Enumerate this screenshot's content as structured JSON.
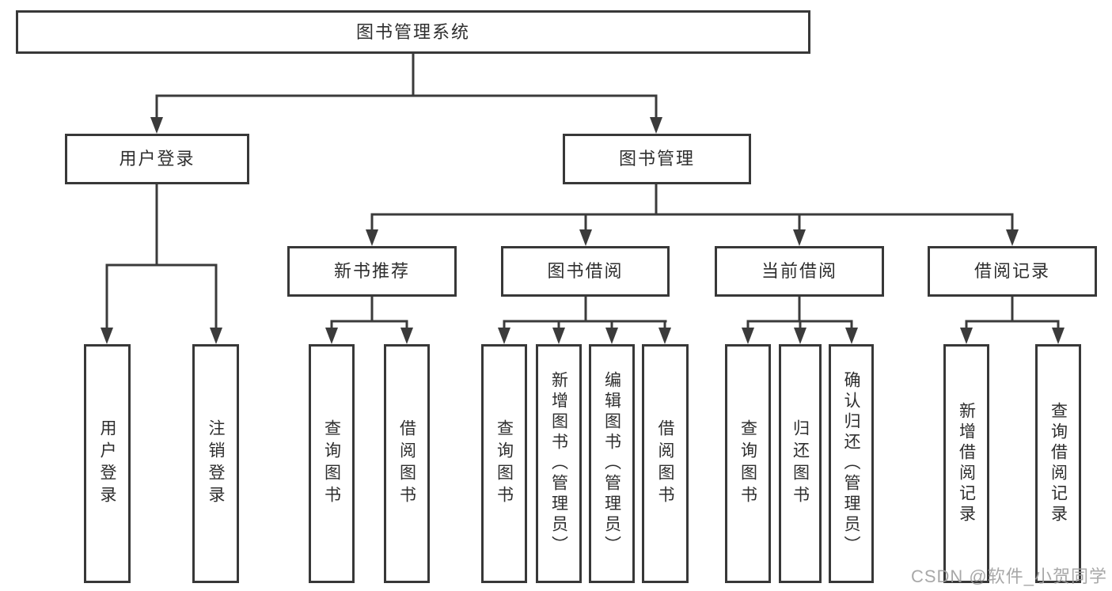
{
  "diagram": {
    "root": {
      "label": "图书管理系统"
    },
    "level2": [
      {
        "label": "用户登录"
      },
      {
        "label": "图书管理"
      }
    ],
    "level3": [
      {
        "label": "新书推荐"
      },
      {
        "label": "图书借阅"
      },
      {
        "label": "当前借阅"
      },
      {
        "label": "借阅记录"
      }
    ],
    "leaves": {
      "user_login": [
        {
          "label": "用户登录"
        },
        {
          "label": "注销登录"
        }
      ],
      "new_book": [
        {
          "label": "查询图书"
        },
        {
          "label": "借阅图书"
        }
      ],
      "book_borrow": [
        {
          "label": "查询图书"
        },
        {
          "label": "新增图书（管理员）"
        },
        {
          "label": "编辑图书（管理员）"
        },
        {
          "label": "借阅图书"
        }
      ],
      "current_borrow": [
        {
          "label": "查询图书"
        },
        {
          "label": "归还图书"
        },
        {
          "label": "确认归还（管理员）"
        }
      ],
      "borrow_record": [
        {
          "label": "新增借阅记录"
        },
        {
          "label": "查询借阅记录"
        }
      ]
    },
    "watermark": "CSDN @软件_小贺同学",
    "colors": {
      "line": "#3b3b3b",
      "border": "#383838",
      "text": "#2e2e2e",
      "watermark": "#9e9e9e",
      "background": "#ffffff"
    }
  }
}
